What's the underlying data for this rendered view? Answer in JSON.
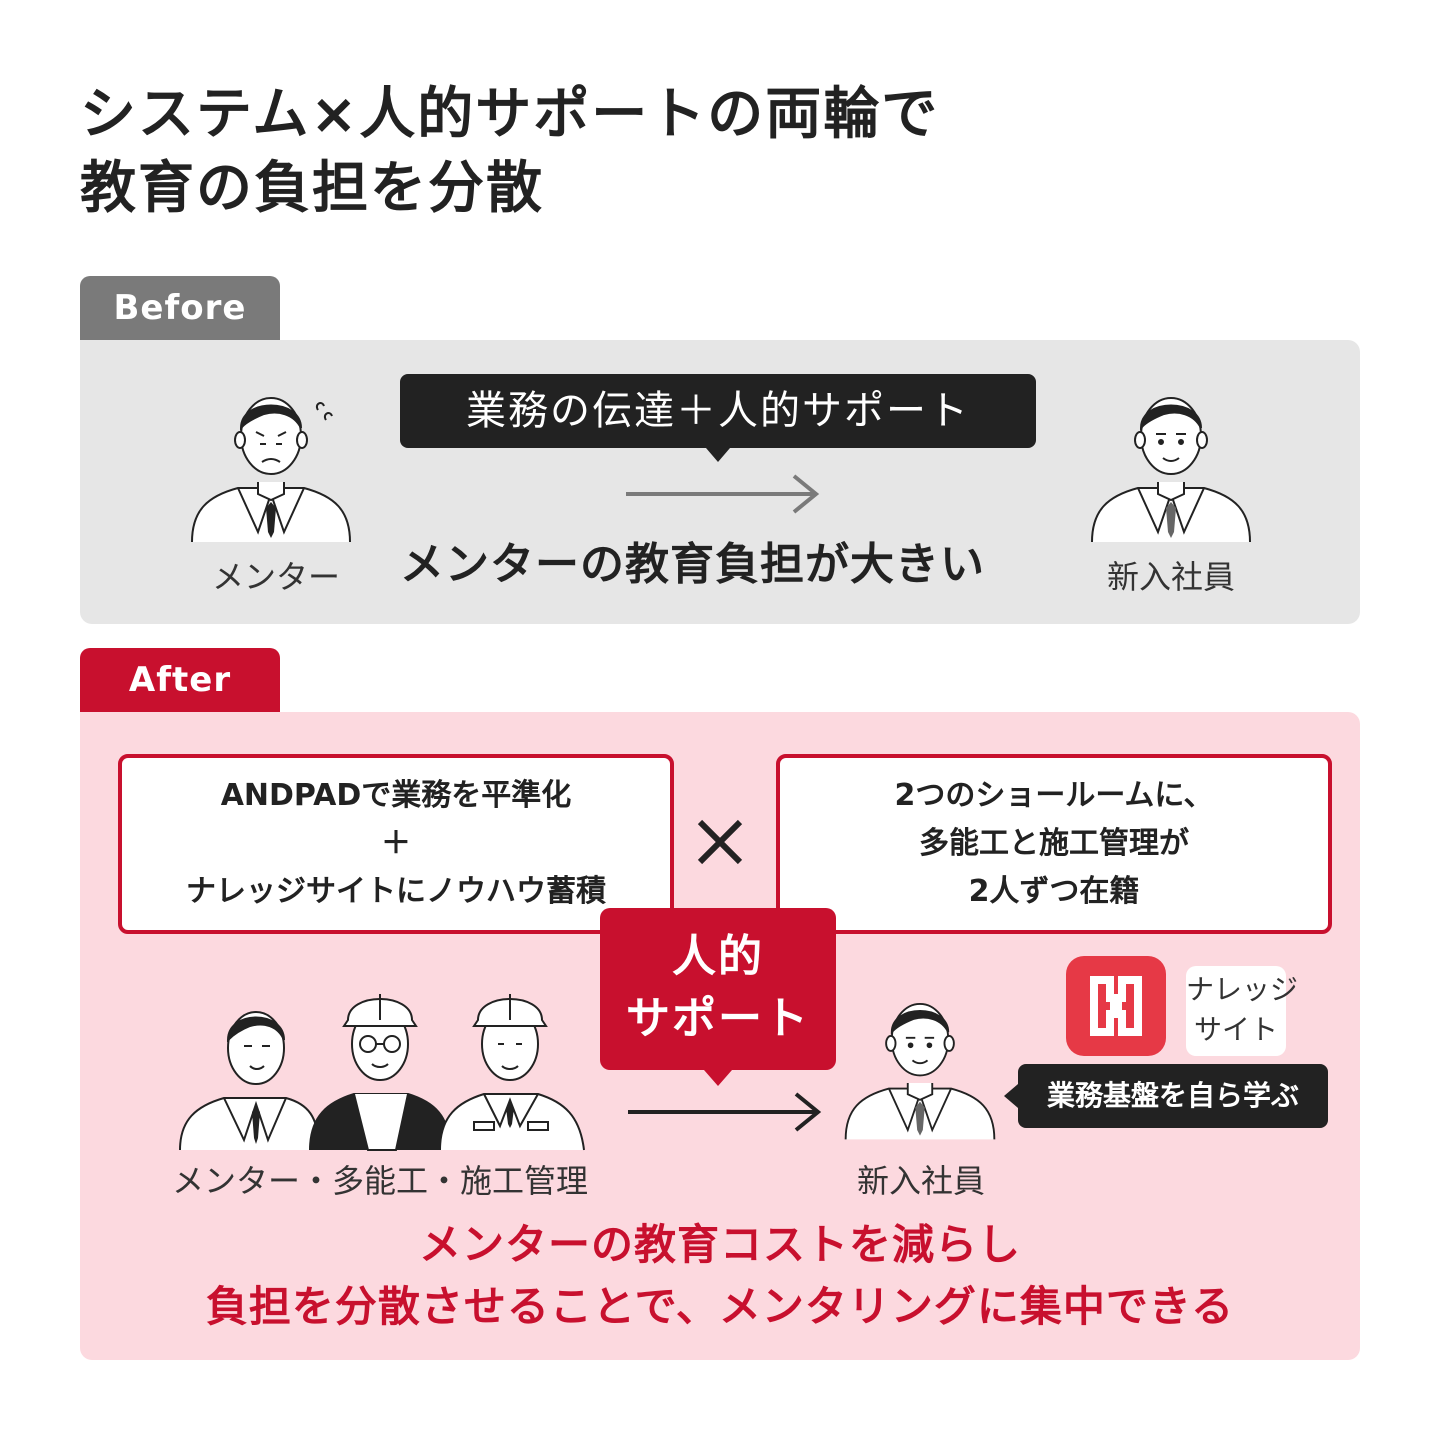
{
  "title": {
    "line1": "システム×人的サポートの両輪で",
    "line2": "教育の負担を分散"
  },
  "before": {
    "tab_label": "Before",
    "mentor_label": "メンター",
    "bubble_text": "業務の伝達＋人的サポート",
    "message": "メンターの教育負担が大きい",
    "newcomer_label": "新入社員"
  },
  "after": {
    "tab_label": "After",
    "left_box": {
      "line1": "ANDPADで業務を平準化",
      "line2": "＋",
      "line3": "ナレッジサイトにノウハウ蓄積"
    },
    "right_box": {
      "line1": "2つのショールームに、",
      "line2": "多能工と施工管理が",
      "line3": "2人ずつ在籍"
    },
    "support_label": {
      "line1": "人的",
      "line2": "サポート"
    },
    "group_label": "メンター・多能工・施工管理",
    "newcomer_label": "新入社員",
    "knowledge_site": {
      "line1": "ナレッジ",
      "line2": "サイト"
    },
    "learn_bubble": "業務基盤を自ら学ぶ",
    "conclusion": {
      "line1": "メンターの教育コストを減らし",
      "line2": "負担を分散させることで、メンタリングに集中できる"
    }
  },
  "colors": {
    "accent_red": "#c8102e",
    "before_gray": "#7a7a7a",
    "after_pink": "#fcd9df",
    "panel_gray": "#e6e6e6"
  }
}
